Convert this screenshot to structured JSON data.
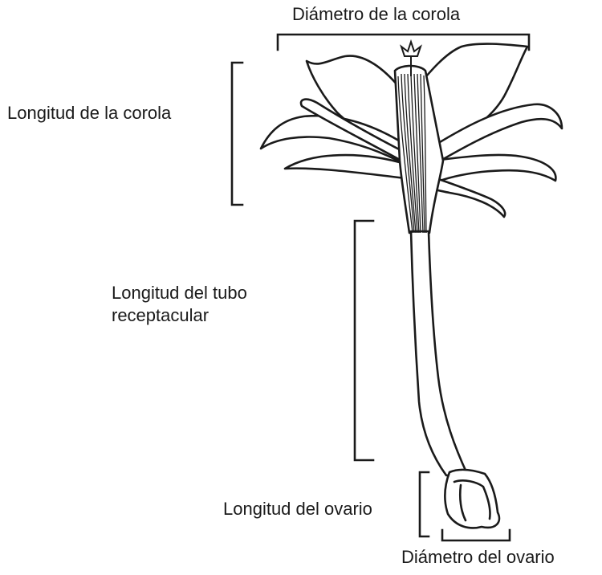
{
  "labels": {
    "corolla_diameter": "Diámetro de la corola",
    "corolla_length": "Longitud de la corola",
    "tube_length_line1": "Longitud del tubo",
    "tube_length_line2": "receptacular",
    "ovary_length": "Longitud del ovario",
    "ovary_diameter": "Diámetro del ovario"
  },
  "colors": {
    "line": "#1a1a1a",
    "background": "#ffffff"
  }
}
